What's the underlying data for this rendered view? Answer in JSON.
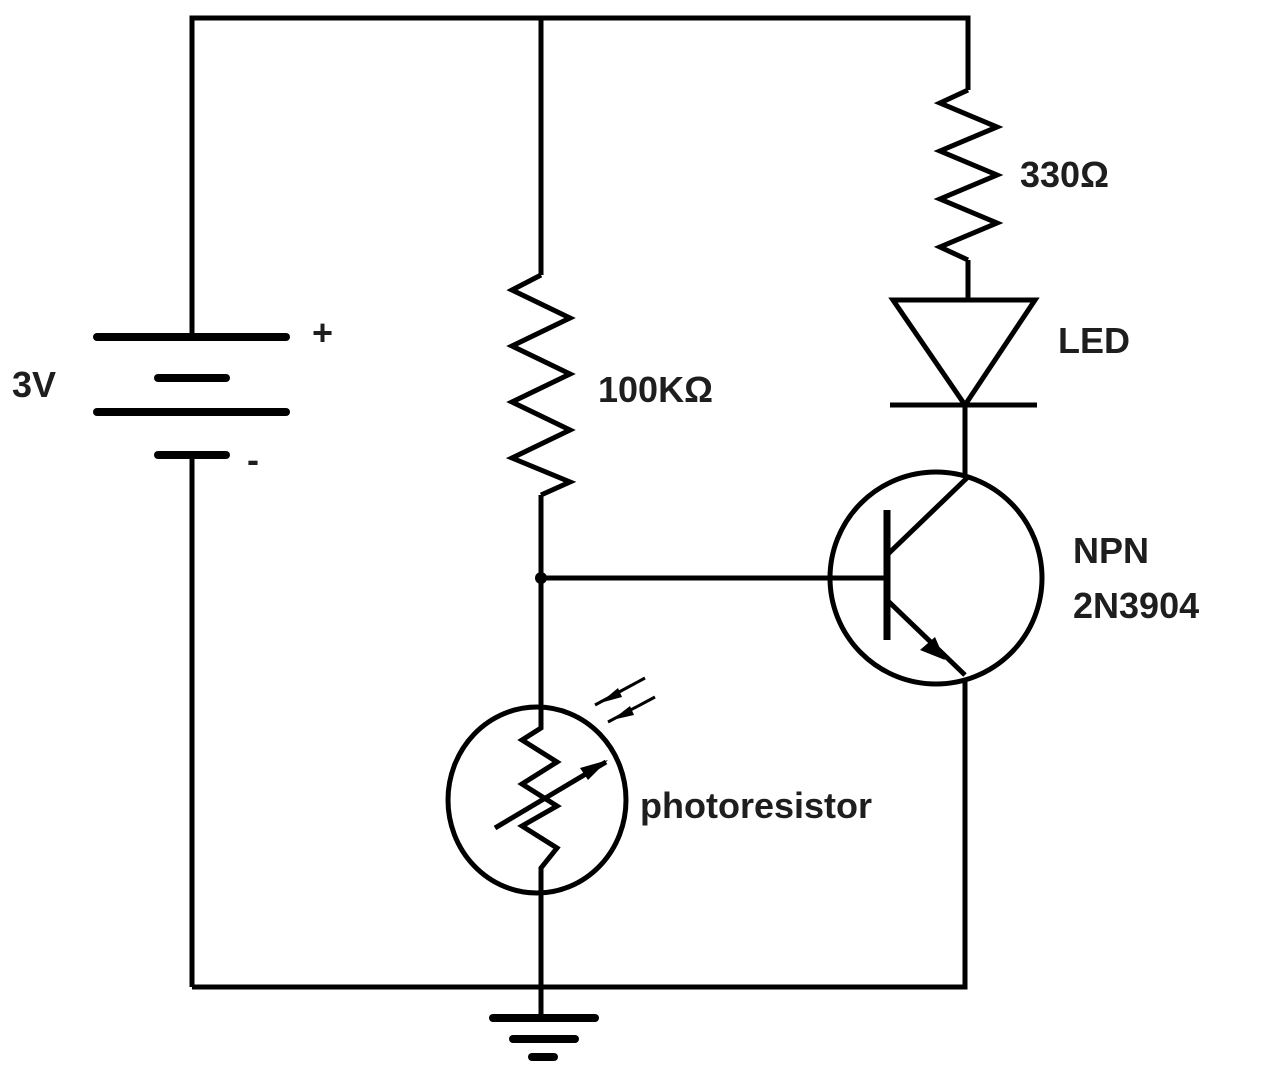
{
  "diagram": {
    "labels": {
      "battery_voltage": "3V",
      "battery_plus": "+",
      "battery_minus": "-",
      "base_resistor": "100KΩ",
      "led_resistor": "330Ω",
      "led": "LED",
      "transistor_type": "NPN",
      "transistor_part": "2N3904",
      "photoresistor": "photoresistor"
    },
    "components": [
      "battery",
      "resistor-100k",
      "resistor-330",
      "led",
      "npn-transistor",
      "photoresistor",
      "ground"
    ]
  }
}
